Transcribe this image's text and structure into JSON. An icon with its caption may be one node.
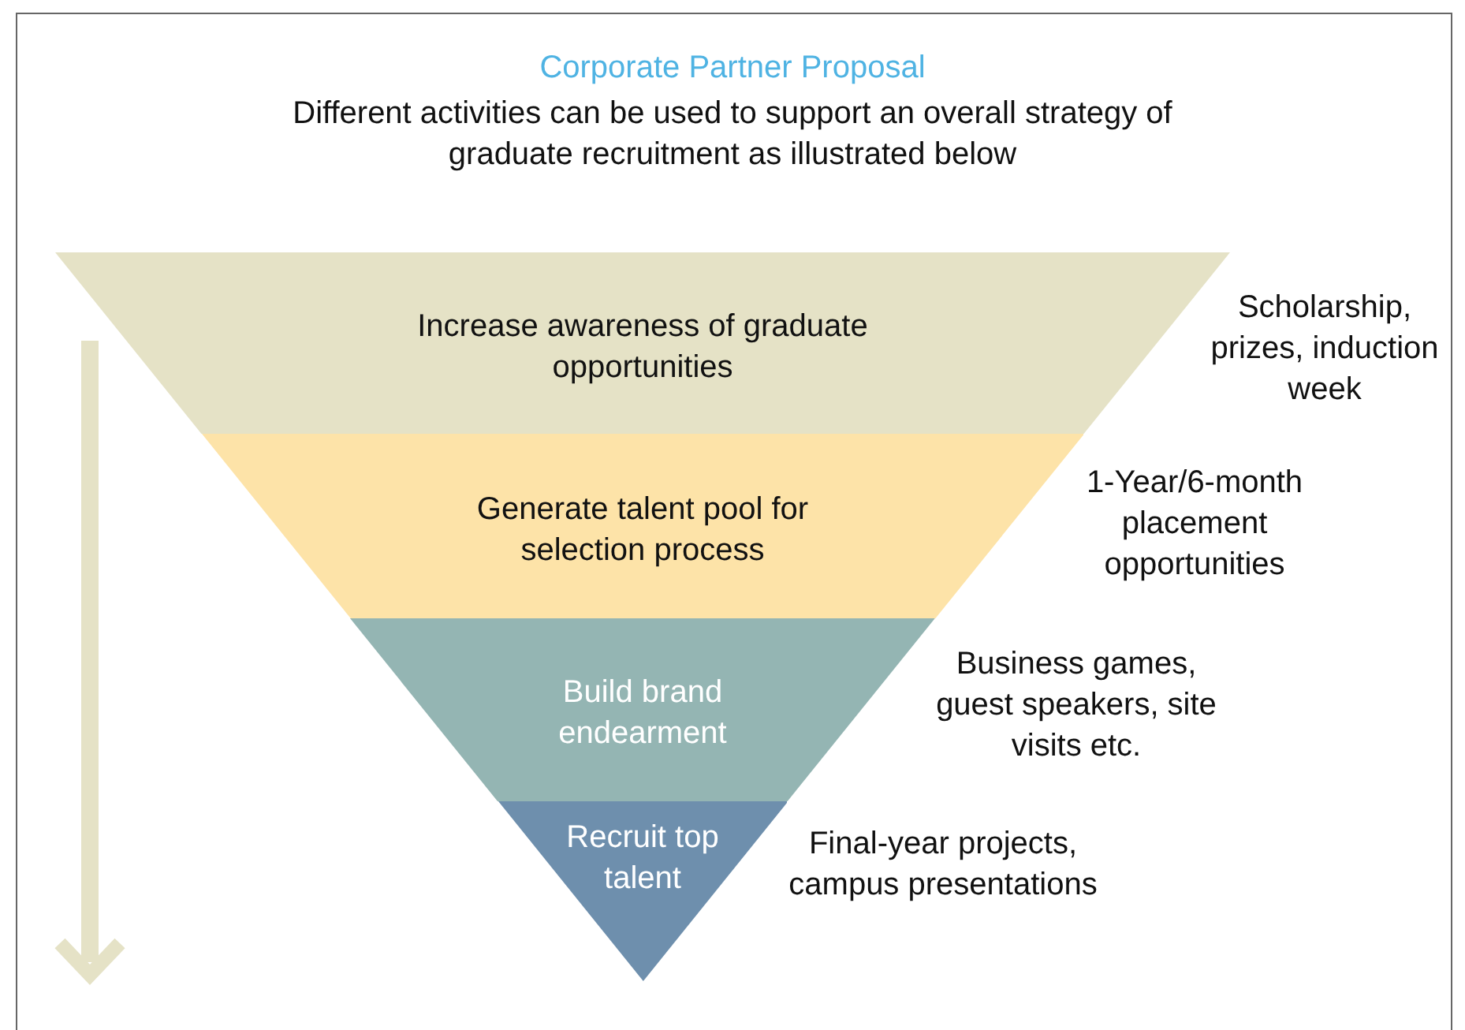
{
  "diagram": {
    "title": "Corporate Partner Proposal",
    "nodes": [
      {
        "text": [
          "Increase awareness of graduate opportunities"
        ],
        "beside": [
          "Scholarship, prizes, induction week"
        ]
      },
      {
        "text": [
          "Generate talent pool for selection process"
        ],
        "beside": [
          "1-Year/6-month placement opportunities"
        ]
      },
      {
        "text": [
          "Build brand endearment"
        ],
        "beside": [
          "Business games, guest speakers, site visits etc."
        ]
      },
      {
        "text": [
          "Recruit top talent"
        ],
        "beside": [
          "Final-year projects, campus presentations"
        ]
      }
    ],
    "edges": [],
    "labels": [
      "Different activities can be used to support an overall strategy of graduate recruitment as illustrated below"
    ]
  }
}
